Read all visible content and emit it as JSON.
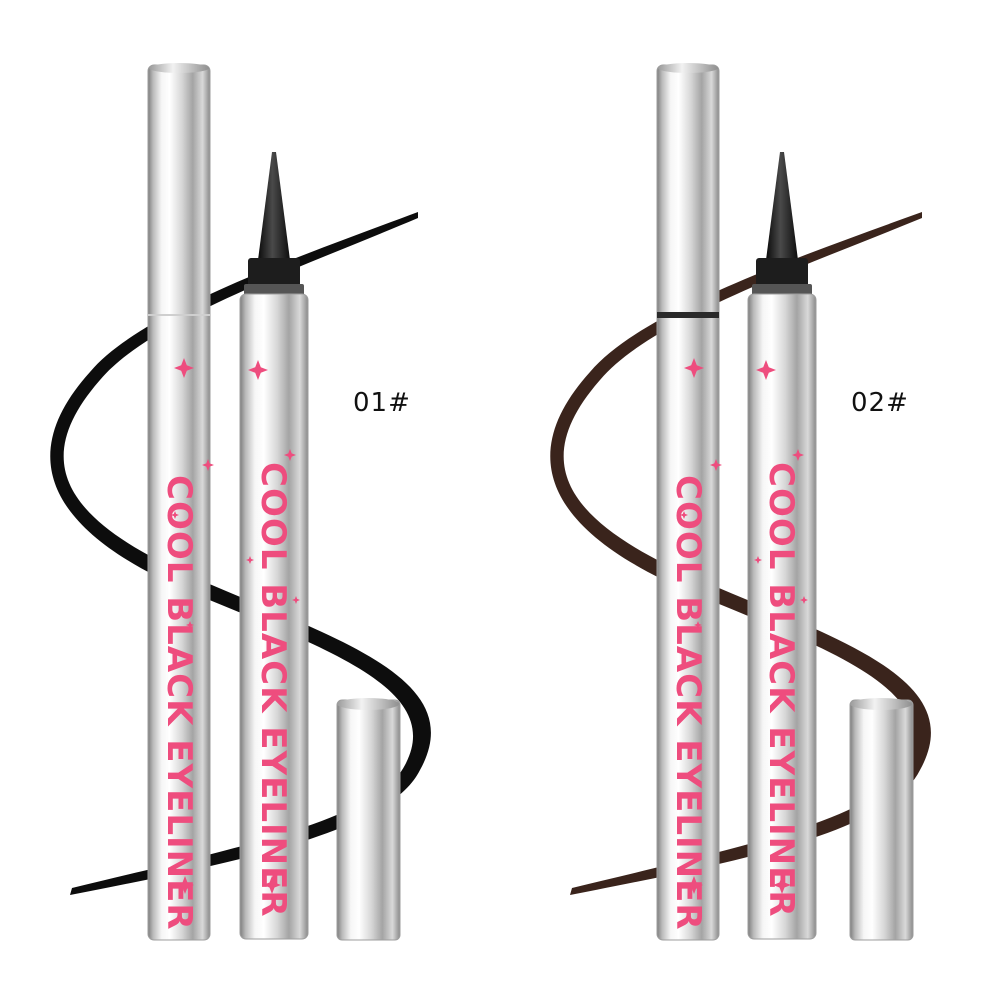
{
  "products": [
    {
      "shade_label": "01#",
      "barrel_text": "COOL BLACK EYELINER",
      "stroke_color": "#0d0d0d"
    },
    {
      "shade_label": "02#",
      "barrel_text": "COOL BLACK EYELINER",
      "stroke_color": "#3a241c"
    }
  ],
  "colors": {
    "barrel_text": "#ee4d7e",
    "sparkle": "#ee4d7e",
    "tip": "#1b1b1b"
  }
}
